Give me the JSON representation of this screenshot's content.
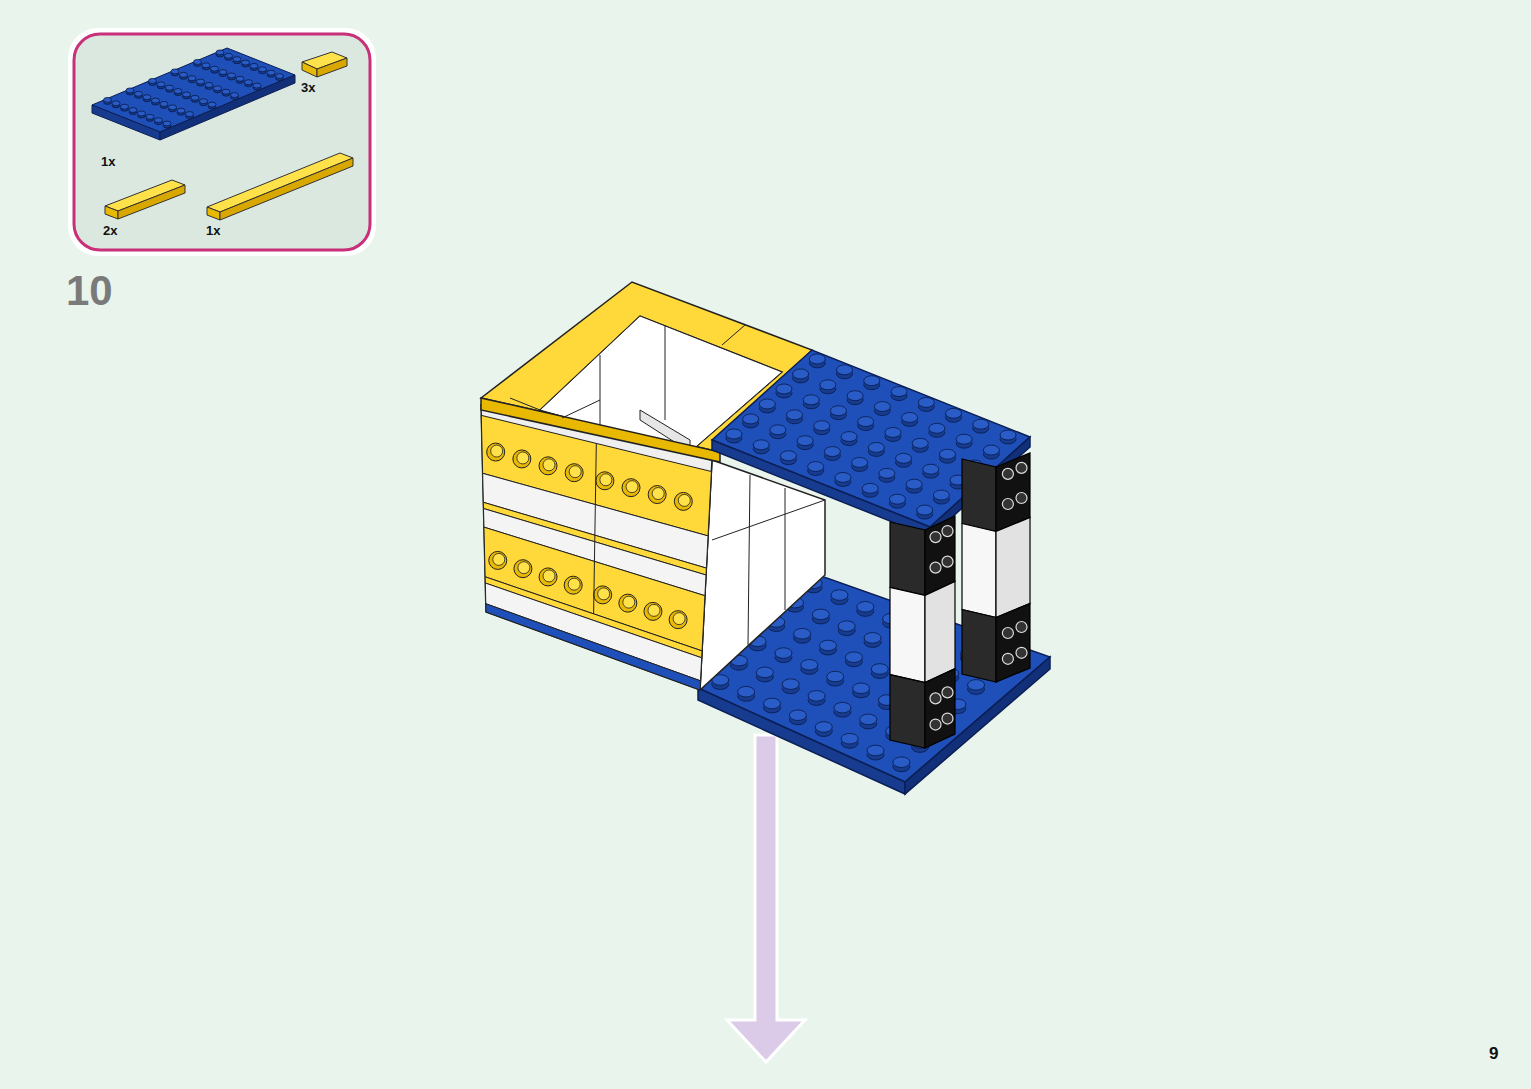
{
  "diagram": {
    "labels": [
      "3x",
      "1x",
      "2x",
      "1x",
      "10",
      "9"
    ]
  }
}
